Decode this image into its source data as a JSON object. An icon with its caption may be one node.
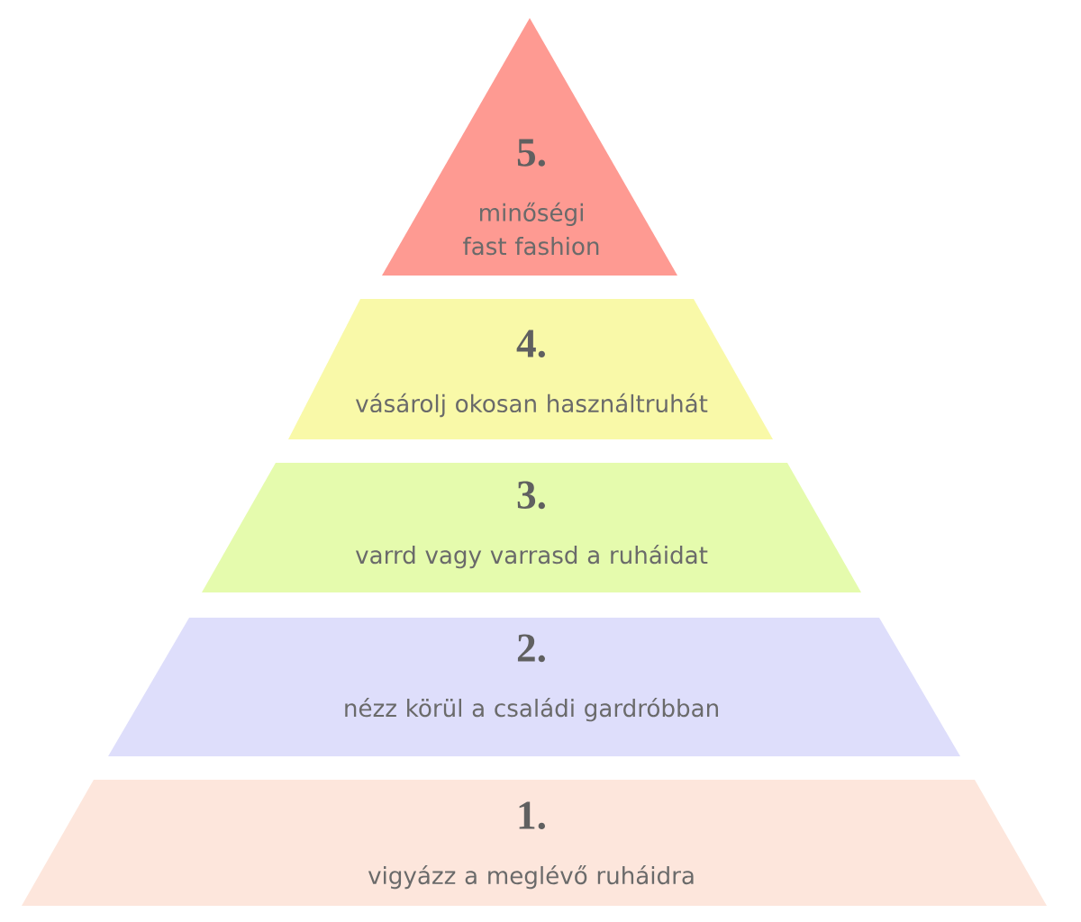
{
  "diagram": {
    "nodes": [
      {
        "text": [
          "5.",
          "minőségi fast fashion"
        ]
      },
      {
        "text": [
          "4.",
          "vásárolj okosan használtruhát"
        ]
      },
      {
        "text": [
          "3.",
          "varrd vagy varrasd a ruháidat"
        ]
      },
      {
        "text": [
          "2.",
          "nézz körül a családi gardróbban"
        ]
      },
      {
        "text": [
          "1.",
          "vigyázz a meglévő ruháidra"
        ]
      }
    ]
  }
}
